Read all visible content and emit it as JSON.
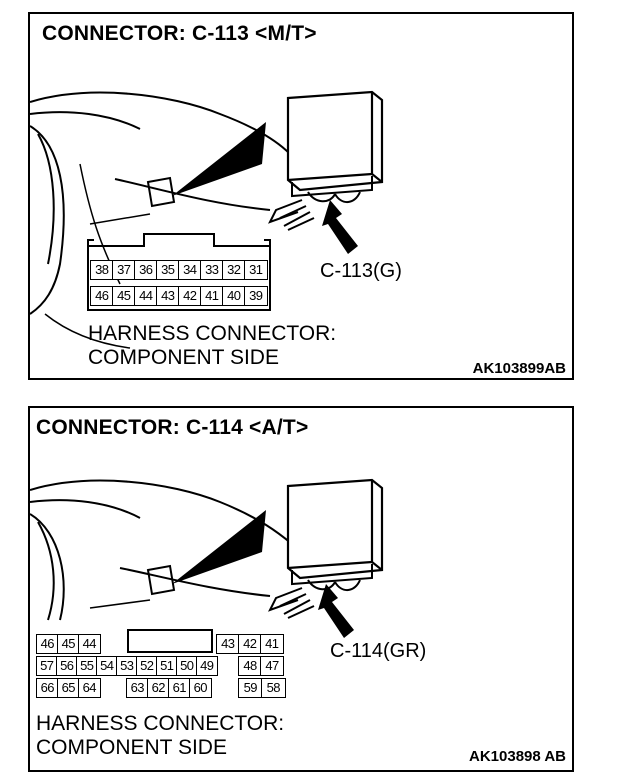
{
  "connector1": {
    "title": "CONNECTOR: C-113 <M/T>",
    "label": "C-113(G)",
    "caption_line1": "HARNESS CONNECTOR:",
    "caption_line2": "COMPONENT SIDE",
    "code": "AK103899AB",
    "pins_top": [
      "38",
      "37",
      "36",
      "35",
      "34",
      "33",
      "32",
      "31"
    ],
    "pins_bottom": [
      "46",
      "45",
      "44",
      "43",
      "42",
      "41",
      "40",
      "39"
    ]
  },
  "connector2": {
    "title": "CONNECTOR: C-114 <A/T>",
    "label": "C-114(GR)",
    "caption_line1": "HARNESS CONNECTOR:",
    "caption_line2": "COMPONENT SIDE",
    "code": "AK103898 AB",
    "pins_row1_left": [
      "46",
      "45",
      "44"
    ],
    "pins_row1_right": [
      "43",
      "42",
      "41"
    ],
    "pins_row2": [
      "57",
      "56",
      "55",
      "54",
      "53",
      "52",
      "51",
      "50",
      "49",
      "48",
      "47"
    ],
    "pins_row3_left": [
      "66",
      "65",
      "64"
    ],
    "pins_row3_mid": [
      "63",
      "62",
      "61",
      "60"
    ],
    "pins_row3_right": [
      "59",
      "58"
    ]
  }
}
